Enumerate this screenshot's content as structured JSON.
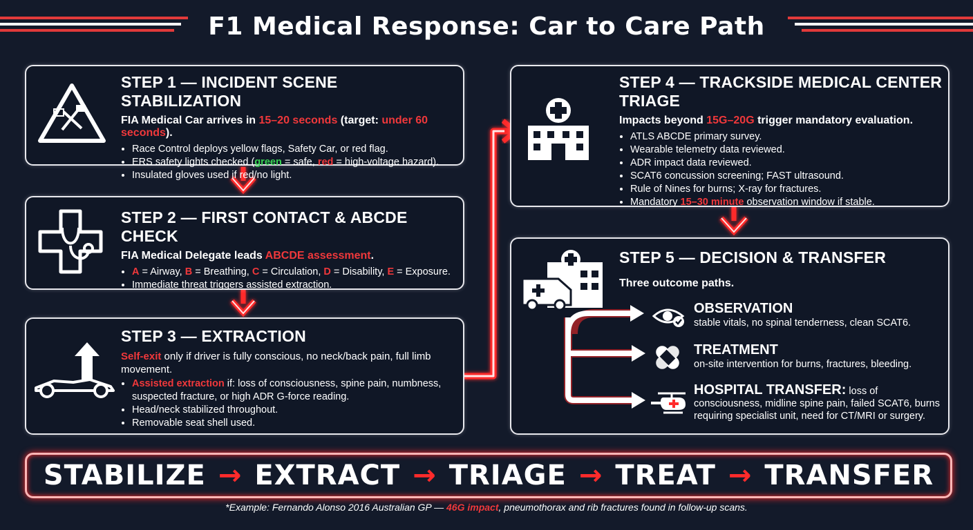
{
  "title": "F1 Medical Response: Car to Care Path",
  "step1": {
    "title": "STEP 1 — INCIDENT SCENE STABILIZATION",
    "lead_a": "FIA Medical Car arrives in ",
    "lead_b": "15–20 seconds",
    "lead_c": " (target: ",
    "lead_d": "under 60 seconds",
    "lead_e": ").",
    "b1": "Race Control deploys yellow flags, Safety Car, or red flag.",
    "b2a": "ERS safety lights checked (",
    "b2b": "green",
    "b2c": " = safe, ",
    "b2d": "red",
    "b2e": " = high-voltage hazard).",
    "b3": "Insulated gloves used if red/no light."
  },
  "step2": {
    "title": "STEP 2 — FIRST CONTACT & ABCDE CHECK",
    "lead_a": "FIA Medical Delegate leads ",
    "lead_b": "ABCDE assessment",
    ".lead_c": ".",
    "lead_c": ".",
    "A": "A",
    "A_t": " = Airway, ",
    "B": "B",
    "B_t": " = Breathing, ",
    "C": "C",
    "C_t": " = Circulation, ",
    "D": "D",
    "D_t": " = Disability, ",
    "E": "E",
    "E_t": " = Exposure.",
    "b2": "Immediate threat triggers assisted extraction."
  },
  "step3": {
    "title": "STEP 3 — EXTRACTION",
    "lead_a": "Self-exit",
    "lead_b": " only if driver is fully conscious, no neck/back pain, full limb movement.",
    "b1a": "Assisted extraction",
    "b1b": " if: loss of consciousness, spine pain, numbness, suspected fracture, or high ADR G-force reading.",
    "b2": "Head/neck stabilized throughout.",
    "b3": "Removable seat shell used."
  },
  "step4": {
    "title": "STEP 4 — TRACKSIDE MEDICAL CENTER TRIAGE",
    "lead_a": "Impacts beyond ",
    "lead_b": "15G–20G",
    "lead_c": " trigger mandatory evaluation.",
    "b1": "ATLS ABCDE primary survey.",
    "b2": "Wearable telemetry data reviewed.",
    "b3": "ADR impact data reviewed.",
    "b4": "SCAT6 concussion screening; FAST ultrasound.",
    "b5": "Rule of Nines for burns; X-ray for fractures.",
    "b6a": "Mandatory ",
    "b6b": "15–30 minute",
    "b6c": " observation window if stable."
  },
  "step5": {
    "title": "STEP 5 — DECISION & TRANSFER",
    "lead": "Three outcome paths.",
    "outcomes": [
      {
        "name": "OBSERVATION",
        "desc": "stable vitals, no spinal tenderness, clean SCAT6."
      },
      {
        "name": "TREATMENT",
        "desc": "on-site intervention for burns, fractures, bleeding."
      },
      {
        "name": "HOSPITAL TRANSFER:",
        "desc": " loss of consciousness, midline spine pain, failed SCAT6, burns requiring specialist unit, need for CT/MRI or surgery."
      }
    ]
  },
  "banner": {
    "w1": "STABILIZE",
    "w2": "EXTRACT",
    "w3": "TRIAGE",
    "w4": "TREAT",
    "w5": "TRANSFER",
    "arrow": "→"
  },
  "footnote": {
    "a": "*Example: Fernando Alonso 2016 Australian GP — ",
    "b": "46G impact",
    "c": ", pneumothorax and rib fractures found in follow-up scans."
  },
  "colors": {
    "background": "#131a2a",
    "accent_red": "#f0383b",
    "safe_green": "#39d353",
    "border": "#e9e9ee"
  },
  "icons": [
    "warning-flag-icon",
    "medical-cross-stethoscope-icon",
    "car-exit-arrow-icon",
    "hospital-icon",
    "ambulance-hospital-icon",
    "eye-check-icon",
    "bandage-icon",
    "helicopter-icon"
  ]
}
